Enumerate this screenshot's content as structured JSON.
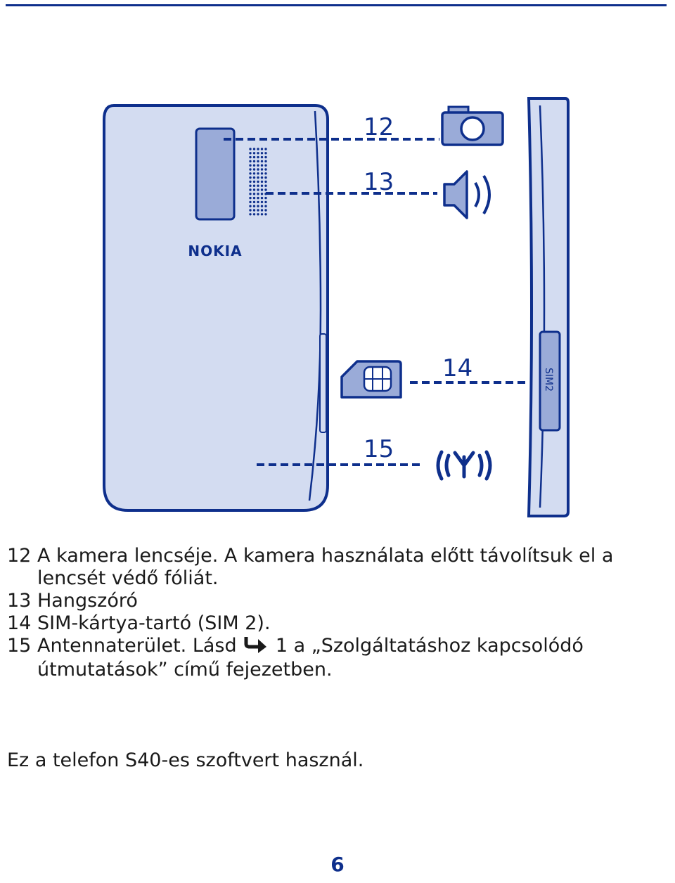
{
  "diagram": {
    "brand_logo": "NOKIA",
    "side_label": "SIM2",
    "callouts": [
      {
        "number": "12",
        "icon": "camera-icon"
      },
      {
        "number": "13",
        "icon": "speaker-icon"
      },
      {
        "number": "14",
        "icon": "sim-card-icon"
      },
      {
        "number": "15",
        "icon": "antenna-icon"
      }
    ]
  },
  "legend": [
    {
      "number": "12",
      "text": "A kamera lencséje. A kamera használata előtt távolítsuk el a lencsét védő fóliát."
    },
    {
      "number": "13",
      "text": "Hangszóró"
    },
    {
      "number": "14",
      "text": "SIM-kártya-tartó (SIM 2)."
    },
    {
      "number": "15",
      "text_before": "Antennaterület. Lásd",
      "text_after": "1 a „Szolgáltatáshoz kapcsolódó útmutatások” című fejezetben.",
      "icon": "arrow-icon"
    }
  ],
  "footnote": "Ez a telefon S40-es szoftvert használ.",
  "page_number": "6",
  "colors": {
    "line": "#0e2f8c",
    "fill": "#d3dcf1",
    "accent": "#9aabd8"
  }
}
